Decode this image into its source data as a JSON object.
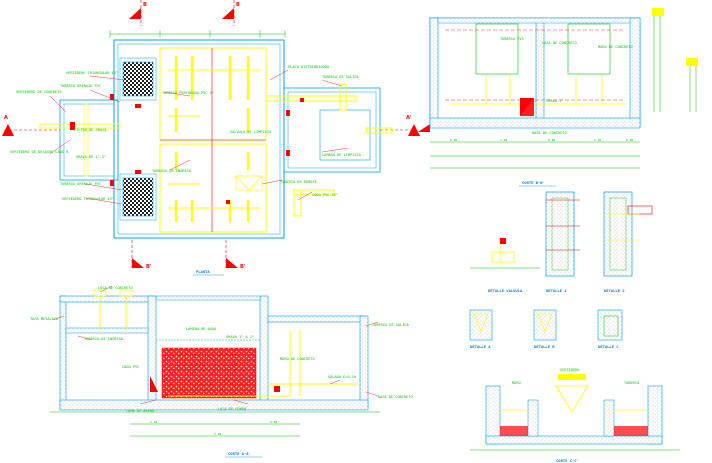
{
  "plan": {
    "title": "PLANTA",
    "section_marks": {
      "a": "A",
      "a_prime": "A'",
      "b": "B",
      "b_prime": "B'"
    },
    "labels": {
      "vertedero_top": "VERTEDERO TRIANGULAR 45°",
      "tuberia_drenaje_top": "TUBERIA DRENAJE PVC",
      "vertedero_left": "VERTEDERO DE CONCRETO",
      "filtro_left": "FILTRO DE GRAVA",
      "vertedero_desague": "VERTEDERO DE DESAGUE LADO B",
      "grava_left": "GRAVA DE 1\"-2\"",
      "tuberia_drenaje_bottom": "TUBERIA DRENAJE PVC",
      "vertedero_bottom": "VERTEDERO TRIANGULAR 45°",
      "tuberia_perforada": "TUBERIA PERFORADA PVC 4\"",
      "placa": "PLACA DISTRIBUIDORA",
      "tuberia_salida": "TUBERIA DE SALIDA",
      "valvula": "VALVULA DE LIMPIEZA",
      "tuberia_ingreso": "TUBERIA DE INGRESO",
      "camara": "CAMARA DE LIMPIEZA",
      "tuberia_rebose": "TUBERIA DE REBOSE",
      "codo": "CODO PVC 45°"
    }
  },
  "section_b": {
    "title": "CORTE B-B'",
    "labels": {
      "losa": "LOSA DE CONCRETO",
      "muro": "MURO DE CONCRETO",
      "tuberia": "TUBERIA PVC",
      "grava": "GRAVA 1\"",
      "base": "BASE DE CONCRETO"
    },
    "dims": [
      "0.80",
      "1.20",
      "0.80",
      "1.20",
      "0.80"
    ]
  },
  "section_a": {
    "title": "CORTE A-A'",
    "labels": {
      "losa_top": "LOSA DE CONCRETO",
      "tapa": "TAPA METALICA",
      "tuberia_in": "TUBERIA DE INGRESO",
      "lamina": "LAMINA DE AGUA",
      "grava": "GRAVA 1\" A 2\"",
      "muro": "MURO DE CONCRETO",
      "codo": "CODO PVC",
      "salida": "TUBERIA DE SALIDA",
      "solado": "SOLADO E=0.10",
      "base": "BASE DE CONCRETO",
      "cama": "CAMA DE ARENA",
      "losa_fondo": "LOSA DE FONDO"
    },
    "dims": [
      "1.20",
      "2.40",
      "0.80"
    ]
  },
  "details": {
    "detail_1": "DETALLE 1",
    "detail_2": "DETALLE 2",
    "detail_3": "DETALLE 3",
    "detail_valve": "DETALLE VALVULA",
    "detail_a": "DETALLE A",
    "detail_b": "DETALLE B",
    "detail_c": "DETALLE C"
  },
  "section_c": {
    "title": "CORTE C-C'",
    "labels": {
      "vertedero": "VERTEDERO",
      "muro": "MURO",
      "tuberia": "TUBERIA"
    }
  },
  "colors": {
    "concrete": "#00a0ff",
    "pipe": "#ffff00",
    "red": "#ff0000",
    "green": "#00c800",
    "gravel": "#ff0000"
  }
}
